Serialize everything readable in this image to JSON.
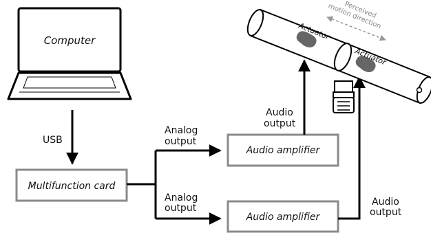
{
  "diagram": {
    "computer": {
      "label": "Computer"
    },
    "link_usb": {
      "label": "USB"
    },
    "card": {
      "label": "Multifunction card"
    },
    "analog_top": {
      "line1": "Analog",
      "line2": "output"
    },
    "analog_bottom": {
      "line1": "Analog",
      "line2": "output"
    },
    "amp_top": {
      "label": "Audio amplifier"
    },
    "amp_bottom": {
      "label": "Audio amplifier"
    },
    "audio_top": {
      "line1": "Audio",
      "line2": "output"
    },
    "audio_bottom": {
      "line1": "Audio",
      "line2": "output"
    },
    "actuator_left": {
      "label": "Actuator"
    },
    "actuator_right": {
      "label": "Actuator"
    },
    "motion": {
      "line1": "Perceived",
      "line2": "motion direction"
    }
  },
  "colors": {
    "box_border": "#8a8a8a",
    "line": "#000000",
    "actuator_pad": "#666666",
    "motion_text": "#888888"
  },
  "icons": [
    "laptop-icon",
    "actuator-tube-icon"
  ]
}
